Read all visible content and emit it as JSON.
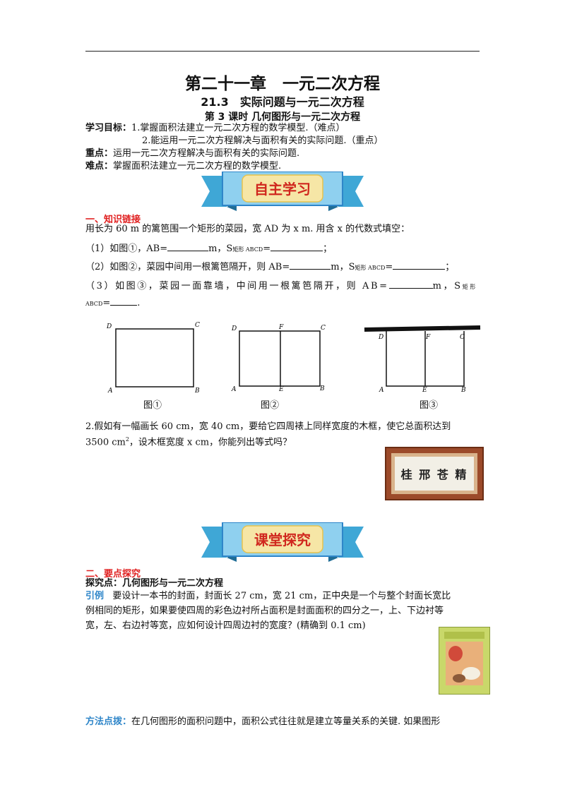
{
  "header": {
    "chapter_title": "第二十一章　一元二次方程",
    "section_title": "21.3　实际问题与一元二次方程",
    "lesson_title": "第 3 课时  几何图形与一元二次方程"
  },
  "goals": {
    "label": "学习目标：",
    "items": [
      "1.掌握面积法建立一元二次方程的数学模型.（难点）",
      "2.能运用一元二次方程解决与面积有关的实际问题.（重点）"
    ],
    "key_label": "重点：",
    "key_text": "运用一元二次方程解决与面积有关的实际问题.",
    "difficulty_label": "难点：",
    "difficulty_text": "掌握面积法建立一元二次方程的数学模型."
  },
  "banner1": {
    "text": "自主学习"
  },
  "knowledge": {
    "heading": "一、知识链接",
    "intro": "用长为 60  m 的篱笆围一个矩形的菜园，宽 AD 为 x  m. 用含 x 的代数式填空：",
    "q1_a": "（1）如图①，AB=",
    "q1_b": "m，S",
    "q1_sub": "矩形 ABCD",
    "q1_c": "=",
    "q1_d": "；",
    "q2_a": "（2）如图②，菜园中间用一根篱笆隔开，则 AB=",
    "q2_b": "m，S",
    "q2_sub": "矩形 ABCD",
    "q2_c": "=",
    "q2_d": "；",
    "q3_a": "（3）如图③，菜园一面靠墙，中间用一根篱笆隔开，则 AB=",
    "q3_b": "m，S",
    "q3_sub1": "矩形",
    "q3_sub2": "ABCD",
    "q3_c": "=",
    "q3_d": "."
  },
  "figures": {
    "fig1": {
      "label": "图①",
      "A": "A",
      "B": "B",
      "C": "C",
      "D": "D"
    },
    "fig2": {
      "label": "图②",
      "A": "A",
      "B": "B",
      "C": "C",
      "D": "D",
      "E": "E",
      "F": "F"
    },
    "fig3": {
      "label": "图③",
      "A": "A",
      "B": "B",
      "C": "C",
      "D": "D",
      "E": "E",
      "F": "F"
    }
  },
  "q2": {
    "line1": "2.假如有一幅画长  60 cm，宽  40 cm，要给它四周裱上同样宽度的木框，使它总面积达到",
    "line2_a": "3500 cm",
    "line2_sup": "2",
    "line2_b": "，设木框宽度  x  cm，你能列出等式吗？",
    "painting_text": "桂 邢 苍 精"
  },
  "banner2": {
    "text": "课堂探究"
  },
  "explore": {
    "heading": "二、要点探究",
    "point_label": "探究点：几何图形与一元二次方程",
    "example_label": "引例",
    "example_line1": "要设计一本书的封面，封面长 27  cm，宽 21  cm，正中央是一个与整个封面长宽比",
    "example_line2": "例相同的矩形，如果要使四周的彩色边衬所占面积是封面面积的四分之一，上、下边衬等",
    "example_line3": "宽，左、右边衬等宽，应如何设计四周边衬的宽度？(精确到 0.1  cm)",
    "method_label": "方法点拨：",
    "method_text": "在几何图形的面积问题中，面积公式往往就是建立等量关系的关键. 如果图形"
  },
  "colors": {
    "red": "#e02020",
    "blue": "#2f86c9",
    "banner_red": "#d0271e"
  }
}
